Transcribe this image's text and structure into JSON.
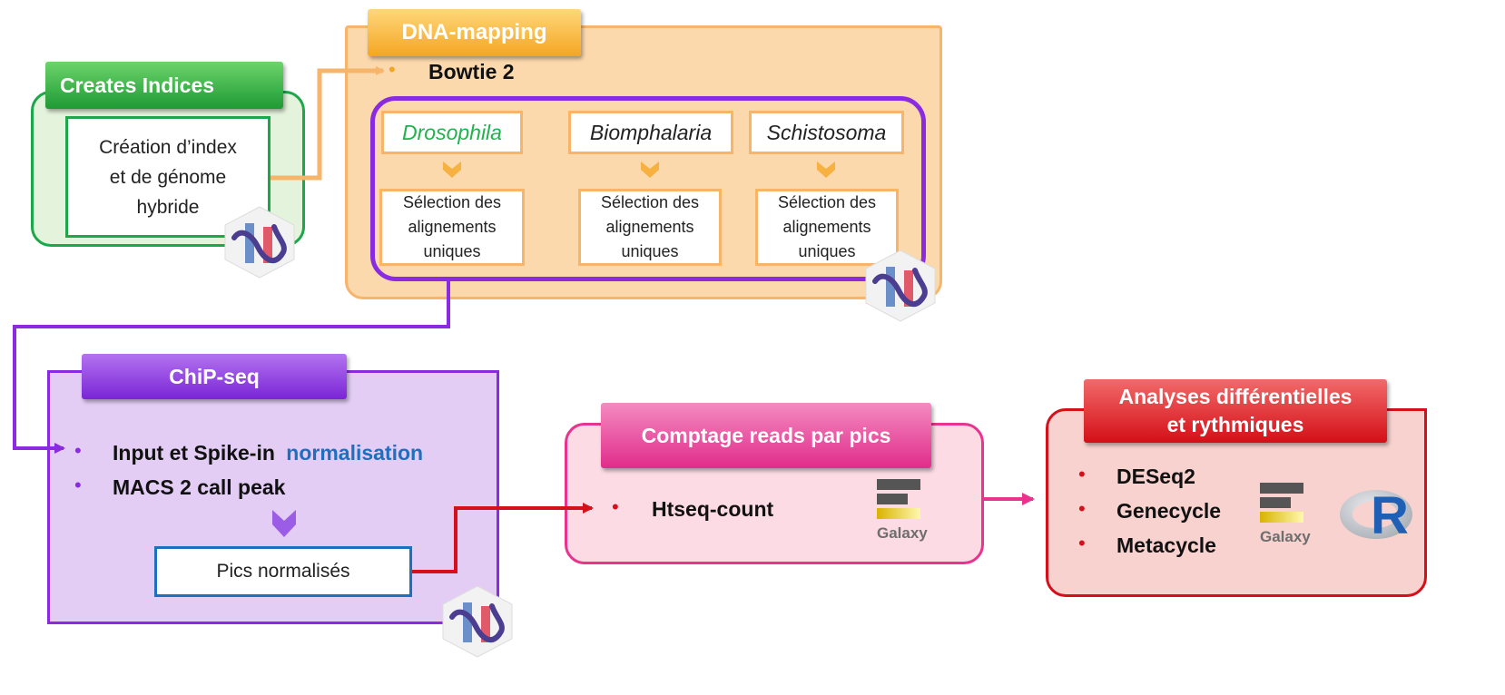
{
  "creates_indices": {
    "title": "Creates Indices",
    "description_lines": [
      "Création d’index",
      "et de génome",
      "hybride"
    ]
  },
  "dna_mapping": {
    "title": "DNA-mapping",
    "bullet": "Bowtie 2",
    "species": [
      {
        "name": "Drosophila",
        "color": "#22b14c",
        "selection_lines": [
          "Sélection des",
          "alignements",
          "uniques"
        ]
      },
      {
        "name": "Biomphalaria",
        "color": "#222222",
        "selection_lines": [
          "Sélection des",
          "alignements",
          "uniques"
        ]
      },
      {
        "name": "Schistosoma",
        "color": "#222222",
        "selection_lines": [
          "Sélection des",
          "alignements",
          "uniques"
        ]
      }
    ]
  },
  "chip_seq": {
    "title": "ChiP-seq",
    "bullet1_prefix": "Input et Spike-in",
    "bullet1_highlight": "normalisation",
    "bullet2": "MACS 2 call peak",
    "output": "Pics normalisés"
  },
  "comptage": {
    "title": "Comptage reads par pics",
    "bullet": "Htseq-count",
    "tool_label": "Galaxy"
  },
  "analyses": {
    "title_line1": "Analyses différentielles",
    "title_line2": "et rythmiques",
    "bullets": [
      "DESeq2",
      "Genecycle",
      "Metacycle"
    ],
    "tool_label": "Galaxy",
    "r_logo": "R"
  },
  "colors": {
    "green": "#1ea64a",
    "orange": "#f6b56a",
    "purple": "#8a2be2",
    "pink": "#e8348e",
    "red": "#d6101a",
    "blue": "#1f6fbf"
  },
  "icons": [
    "snakemake-icon",
    "galaxy-icon",
    "r-logo-icon",
    "chevron-down-icon"
  ]
}
